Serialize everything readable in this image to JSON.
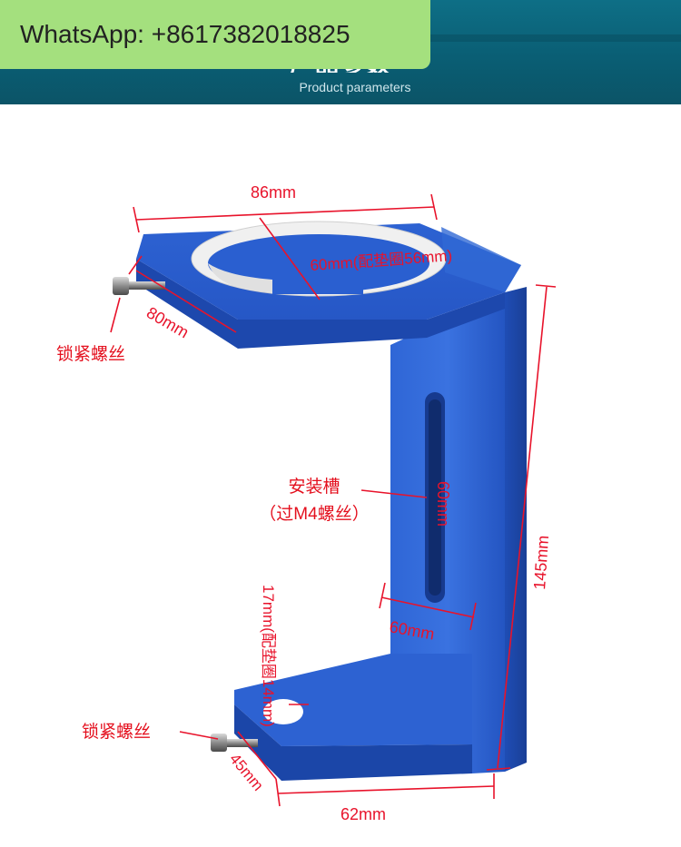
{
  "banner": {
    "title": "产品参数",
    "subtitle": "Product parameters",
    "background_color": "#0b6479"
  },
  "watermark": {
    "text": "WhatsApp: +8617382018825",
    "background_color": "#a4e07e"
  },
  "dimensions": {
    "top_width": "86mm",
    "ring_diameter": "60mm(配垫圈56mm)",
    "top_depth": "80mm",
    "slot_length": "60mm",
    "slot_offset": "60mm",
    "height": "145mm",
    "bottom_hole": "17mm(配垫圈14mm)",
    "bottom_depth": "45mm",
    "bottom_width": "62mm"
  },
  "labels": {
    "lock_screw_top": "锁紧螺丝",
    "lock_screw_bottom": "锁紧螺丝",
    "mount_slot_line1": "安装槽",
    "mount_slot_line2": "（过M4螺丝）"
  },
  "colors": {
    "bracket_blue": "#2a5fd0",
    "dimension_red": "#e8132b",
    "label_red": "#e4101e",
    "ring_white": "#f2f2f2"
  }
}
